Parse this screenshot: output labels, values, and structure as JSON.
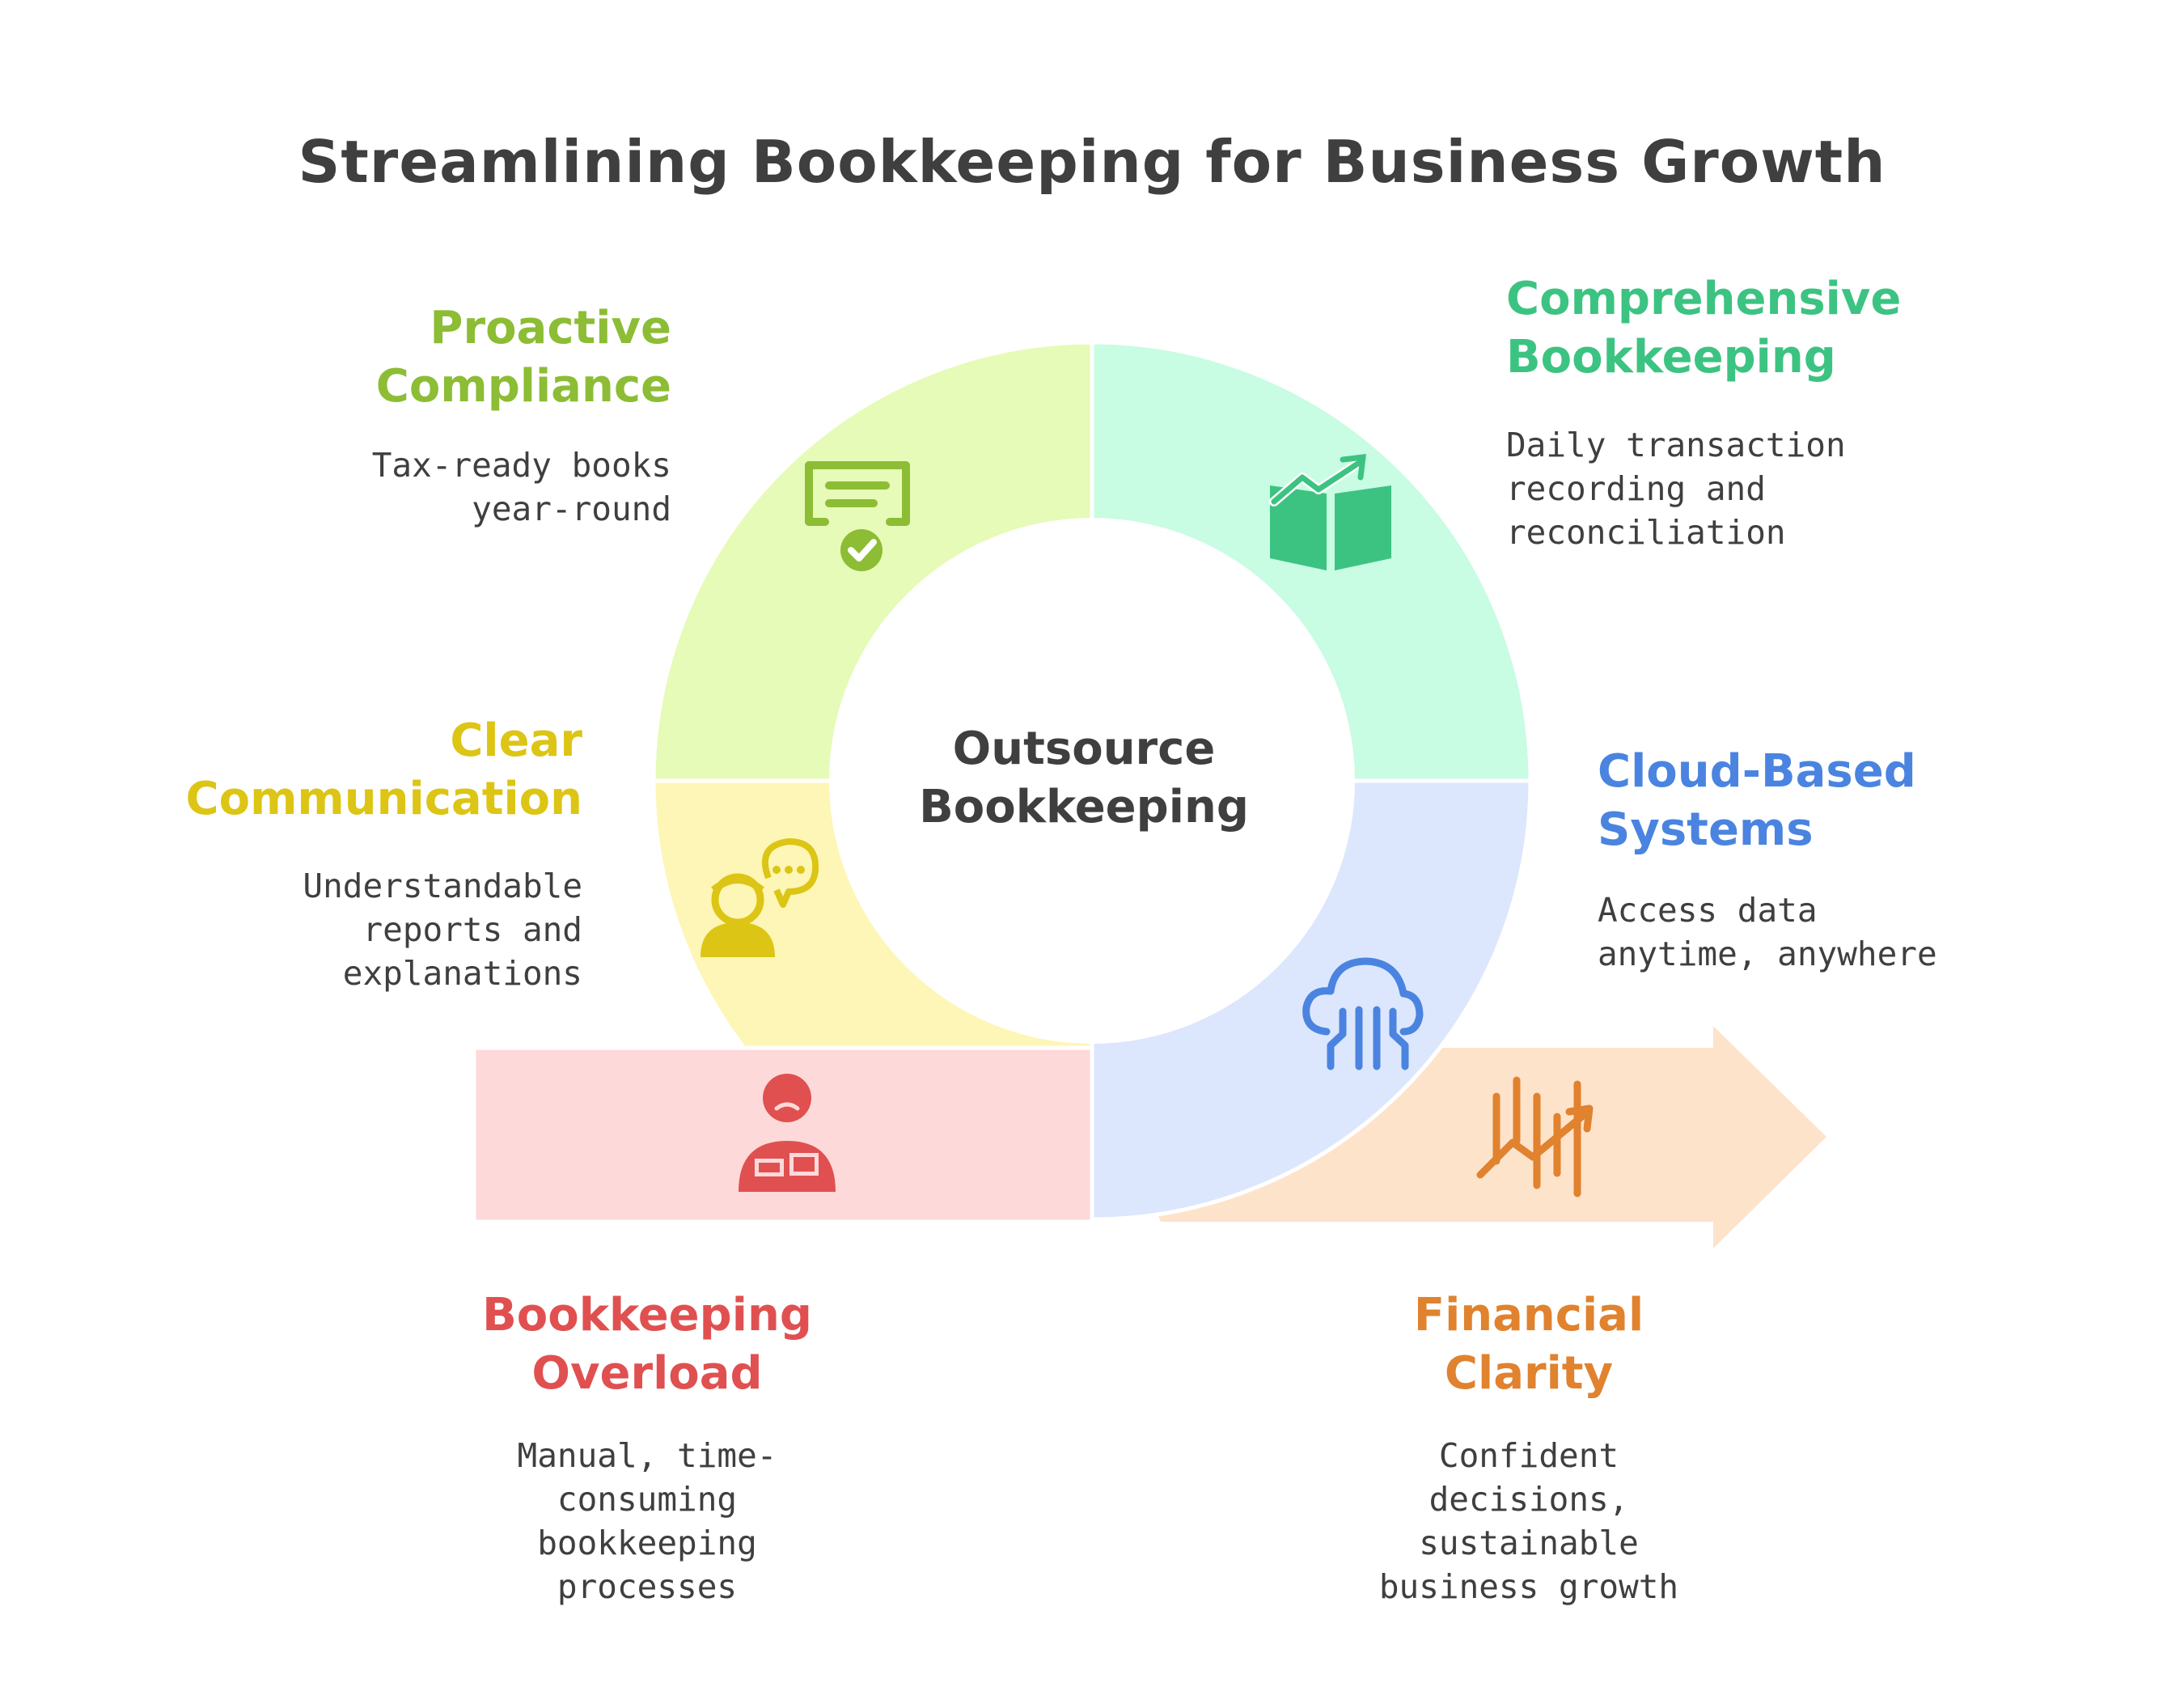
{
  "title": "Streamlining Bookkeeping for Business Growth",
  "center": {
    "label": "Outsource\nBookkeeping"
  },
  "nodes": {
    "proactive": {
      "title": "Proactive\nCompliance",
      "description": "Tax-ready books\nyear-round",
      "color": "#8cbd35",
      "fill": "#e6fbb7",
      "icon": "certificate-check-icon"
    },
    "comprehensive": {
      "title": "Comprehensive\nBookkeeping",
      "description": "Daily transaction\nrecording and\nreconciliation",
      "color": "#3cc382",
      "fill": "#c8fce3",
      "icon": "book-growth-icon"
    },
    "clear": {
      "title": "Clear\nCommunication",
      "description": "Understandable\nreports and\nexplanations",
      "color": "#dcc514",
      "fill": "#fdf6b6",
      "icon": "person-chat-icon"
    },
    "cloud": {
      "title": "Cloud-Based\nSystems",
      "description": "Access data\nanytime, anywhere",
      "color": "#4a84e0",
      "fill": "#dce7fd",
      "icon": "cloud-circuit-icon"
    },
    "overload": {
      "title": "Bookkeeping\nOverload",
      "description": "Manual, time-\nconsuming\nbookkeeping\nprocesses",
      "color": "#e05050",
      "fill": "#fed9d9",
      "icon": "stressed-person-icon"
    },
    "clarity": {
      "title": "Financial\nClarity",
      "description": "Confident\ndecisions,\nsustainable\nbusiness growth",
      "color": "#e0822e",
      "fill": "#fee3cb",
      "icon": "chart-growth-icon"
    }
  }
}
